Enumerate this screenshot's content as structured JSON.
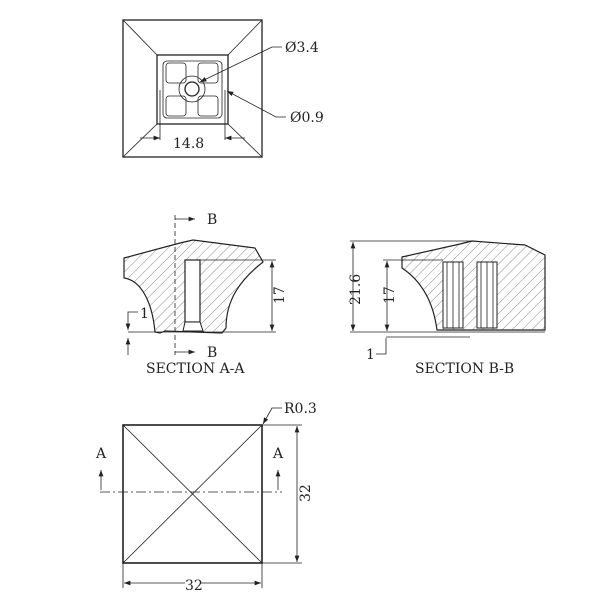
{
  "top_view": {
    "dia_center": "Ø3.4",
    "dia_pin": "Ø0.9",
    "width": "14.8"
  },
  "section_aa": {
    "caption": "SECTION A-A",
    "cut_label_top": "B",
    "cut_label_bottom": "B",
    "height": "17",
    "offset": "1"
  },
  "section_bb": {
    "caption": "SECTION B-B",
    "total_height": "21.6",
    "height": "17",
    "offset": "1"
  },
  "bottom_view": {
    "radius": "R0.3",
    "width": "32",
    "height": "32",
    "cut_label_left": "A",
    "cut_label_right": "A"
  }
}
